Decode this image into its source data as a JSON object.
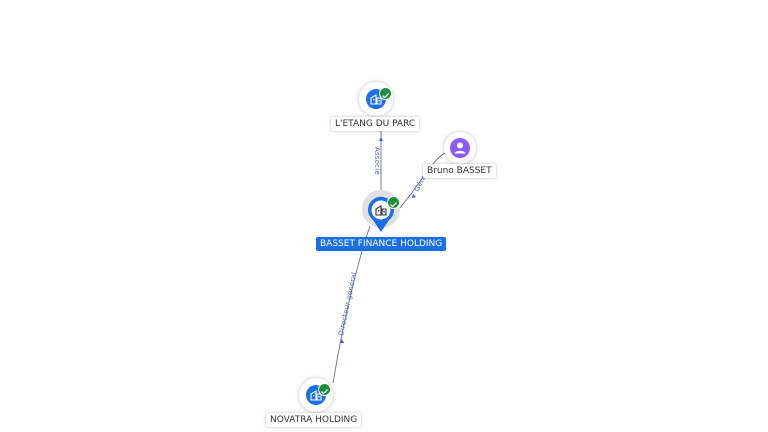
{
  "nodes": {
    "letang": {
      "label": "L'ETANG DU PARC",
      "type": "company",
      "verified": true,
      "icon": "building-icon"
    },
    "bruno": {
      "label": "Bruno BASSET",
      "type": "person",
      "icon": "person-icon"
    },
    "basset": {
      "label": "BASSET FINANCE HOLDING",
      "type": "company",
      "verified": true,
      "focus": true,
      "icon": "building-icon"
    },
    "novatra": {
      "label": "NOVATRA HOLDING",
      "type": "company",
      "verified": true,
      "icon": "building-icon"
    }
  },
  "edges": {
    "associe": {
      "label": "Associé",
      "from": "basset",
      "to": "letang"
    },
    "gerant": {
      "label": "Gérant",
      "from": "bruno",
      "to": "basset"
    },
    "directeur": {
      "label": "Directeur général",
      "from": "basset",
      "to": "novatra"
    }
  },
  "colors": {
    "company": "#1a6fe8",
    "person": "#8b5cf6",
    "verified": "#1e8e3e",
    "edge_label": "#4a6fd1"
  }
}
